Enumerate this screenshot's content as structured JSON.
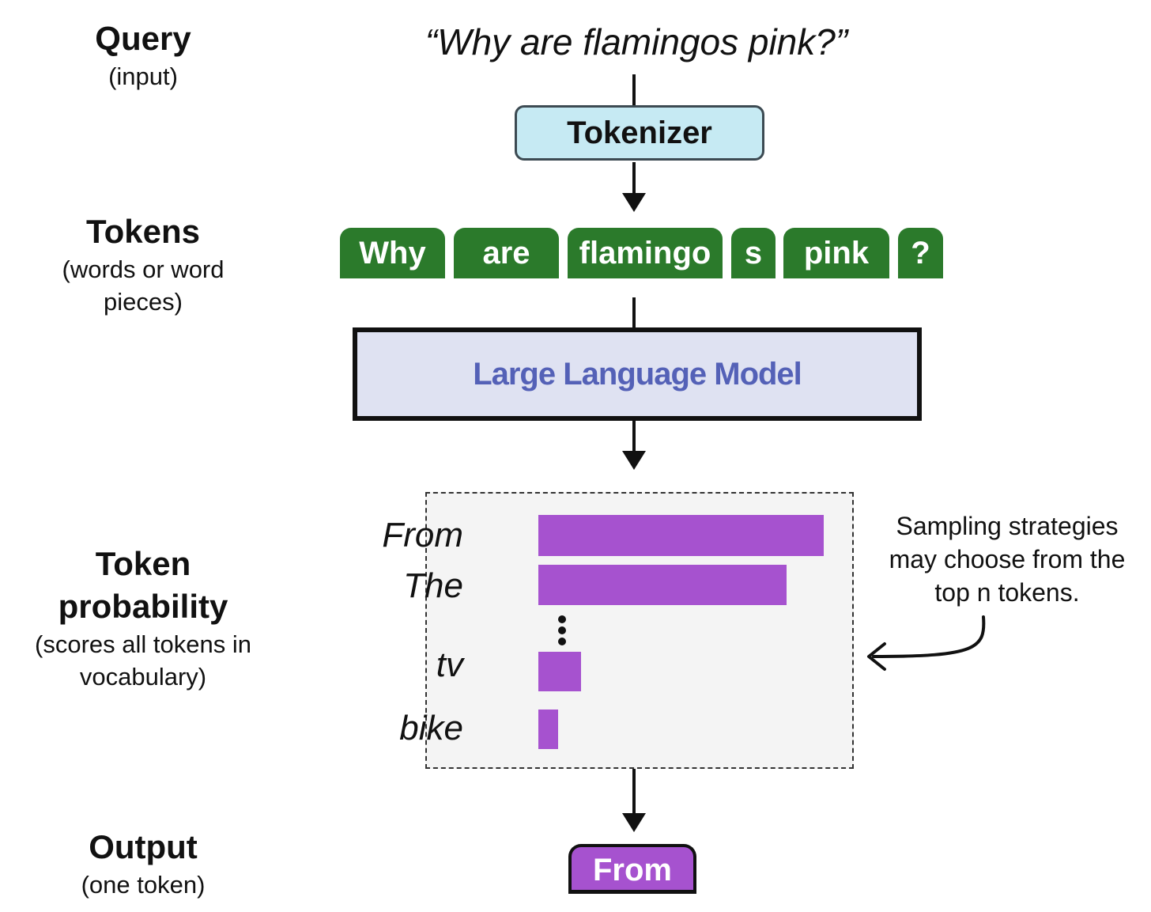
{
  "stages": {
    "query": {
      "title": "Query",
      "subtitle": "(input)"
    },
    "tokens": {
      "title": "Tokens",
      "subtitle_line1": "(words or word",
      "subtitle_line2": "pieces)"
    },
    "probability": {
      "title_line1": "Token",
      "title_line2": "probability",
      "subtitle_line1": "(scores all tokens in",
      "subtitle_line2": "vocabulary)"
    },
    "output": {
      "title": "Output",
      "subtitle": "(one token)"
    }
  },
  "query_text": "“Why are flamingos pink?”",
  "tokenizer_label": "Tokenizer",
  "tokens": [
    "Why",
    "are",
    "flamingo",
    "s",
    "pink",
    "?"
  ],
  "model_label": "Large Language Model",
  "probabilities": [
    {
      "token": "From",
      "value": 1.0
    },
    {
      "token": "The",
      "value": 0.87
    },
    {
      "token": "tv",
      "value": 0.15
    },
    {
      "token": "bike",
      "value": 0.07
    }
  ],
  "sampling_note": {
    "line1": "Sampling strategies",
    "line2": "may choose from the",
    "line3": "top n tokens."
  },
  "output_token": "From",
  "colors": {
    "token_green": "#2b7a2b",
    "tokenizer_fill": "#c6eaf3",
    "model_fill": "#dfe2f2",
    "model_text": "#5461b7",
    "bar_purple": "#a652cf",
    "prob_box_fill": "#f4f4f4"
  }
}
